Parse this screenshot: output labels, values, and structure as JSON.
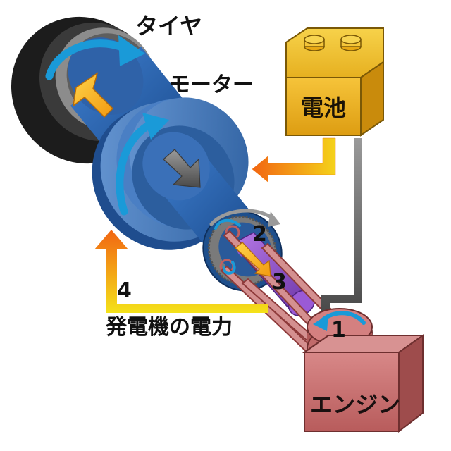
{
  "labels": {
    "tire": "タイヤ",
    "motor": "モーター",
    "battery": "電池",
    "engine": "エンジン",
    "generator_power": "発電機の電力"
  },
  "markers": {
    "one": "1",
    "two": "2",
    "three": "3",
    "four": "4"
  },
  "colors": {
    "shaft_blue": "#2f62a8",
    "tire_black": "#1c1c1c",
    "battery_yellow": "#f0b21c",
    "engine_red": "#c96e6e",
    "rotation_arrow": "#1a9ad8",
    "generator_purple": "#8a4fc4",
    "power_arrow_orange": "#f07a10"
  }
}
